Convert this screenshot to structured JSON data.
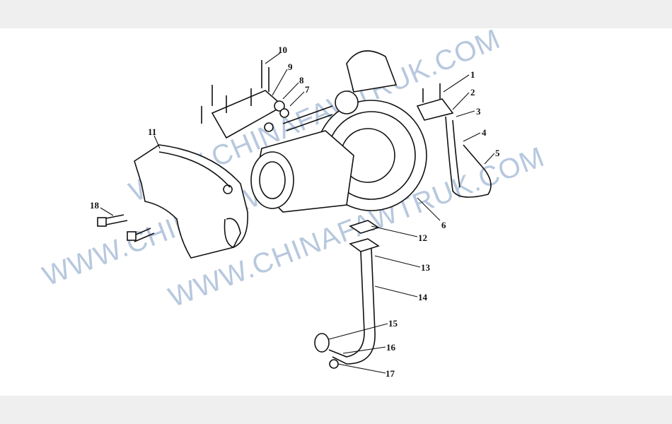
{
  "diagram": {
    "part_labels": [
      "1",
      "2",
      "3",
      "4",
      "5",
      "6",
      "7",
      "8",
      "9",
      "10",
      "11",
      "12",
      "13",
      "14",
      "15",
      "16",
      "17",
      "18"
    ],
    "watermark": "WWW.CHINAFAWTRUK.COM",
    "colors": {
      "background": "#ffffff",
      "band": "#efefef",
      "linework": "#111111",
      "watermark": "#9fb6d3"
    }
  }
}
